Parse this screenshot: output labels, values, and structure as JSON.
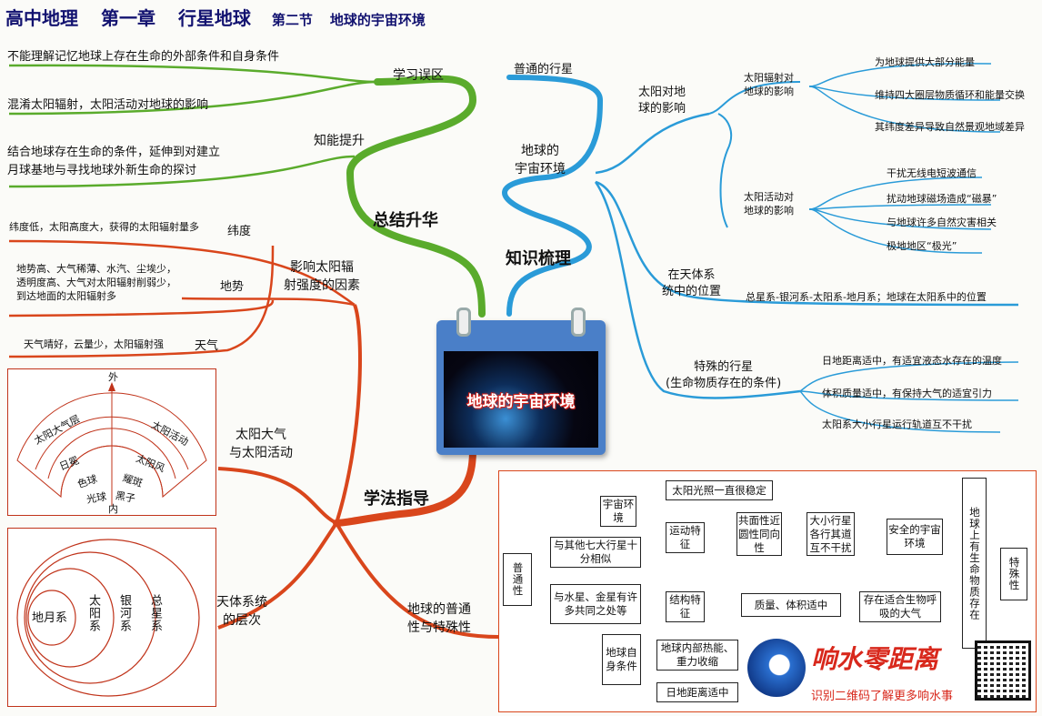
{
  "header": {
    "subject": "高中地理",
    "chapter": "第一章",
    "chapter_title": "行星地球",
    "section": "第二节",
    "section_title": "地球的宇宙环境"
  },
  "center": {
    "title": "地球的宇宙环境"
  },
  "branches": {
    "summary": "总结升华",
    "knowledge": "知识梳理",
    "method": "学法指导"
  },
  "summary": {
    "mistakes": {
      "label": "学习误区",
      "items": [
        "不能理解记忆地球上存在生命的外部条件和自身条件",
        "混淆太阳辐射，太阳活动对地球的影响"
      ]
    },
    "ability": {
      "label": "知能提升",
      "text_line1": "结合地球存在生命的条件，延伸到对建立",
      "text_line2": "月球基地与寻找地球外新生命的探讨"
    }
  },
  "knowledge": {
    "normal_planet": "普通的行星",
    "env": {
      "label_line1": "地球的",
      "label_line2": "宇宙环境"
    },
    "sun_influence": {
      "label_line1": "太阳对地",
      "label_line2": "球的影响"
    },
    "radiation": {
      "label_line1": "太阳辐射对",
      "label_line2": "地球的影响",
      "items": [
        "为地球提供大部分能量",
        "维持四大圈层物质循环和能量交换",
        "其纬度差异导致自然景观地域差异"
      ]
    },
    "activity": {
      "label_line1": "太阳活动对",
      "label_line2": "地球的影响",
      "items": [
        "干扰无线电短波通信",
        "扰动地球磁场造成“磁暴”",
        "与地球许多自然灾害相关",
        "极地地区“极光”"
      ]
    },
    "position": {
      "label_line1": "在天体系",
      "label_line2": "统中的位置",
      "text": "总星系-银河系-太阳系-地月系；地球在太阳系中的位置"
    },
    "special": {
      "label_line1": "特殊的行星",
      "label_line2": "(生命物质存在的条件)",
      "items": [
        "日地距离适中，有适宜液态水存在的温度",
        "体积质量适中，有保持大气的适宜引力",
        "太阳系大小行星运行轨道互不干扰"
      ]
    }
  },
  "method": {
    "factors": {
      "label_line1": "影响太阳辐",
      "label_line2": "射强度的因素",
      "latitude": {
        "label": "纬度",
        "text": "纬度低，太阳高度大，获得的太阳辐射量多"
      },
      "terrain": {
        "label": "地势",
        "text_line1": "地势高、大气稀薄、水汽、尘埃少，",
        "text_line2": "透明度高、大气对太阳辐射削弱少，",
        "text_line3": "到达地面的太阳辐射多"
      },
      "weather": {
        "label": "天气",
        "text": "天气晴好，云量少，太阳辐射强"
      }
    },
    "atmosphere": {
      "label_line1": "太阳大气",
      "label_line2": "与太阳活动",
      "outer": "外",
      "inner": "内",
      "layers_left": [
        "太阳大气层",
        "日冕",
        "色球",
        "光球"
      ],
      "layers_right": [
        "太阳活动",
        "太阳风",
        "耀斑",
        "黑子"
      ]
    },
    "levels": {
      "label_line1": "天体系统",
      "label_line2": "的层次",
      "rings": [
        "地月系",
        "太阳系",
        "银河系",
        "总星系"
      ]
    },
    "normal_special": {
      "label_line1": "地球的普通",
      "label_line2": "性与特殊性"
    }
  },
  "flow": {
    "ordinary": "普通性",
    "similar": "与其他七大行星十分相似",
    "common": "与水星、金星有许多共同之处等",
    "cosmic_env": "宇宙环境",
    "sun_stable": "太阳光照一直很稳定",
    "motion": "运动特征",
    "motion_props": "共面性近圆性同向性",
    "orbits": "大小行星各行其道互不干扰",
    "safe_env": "安全的宇宙环境",
    "structure": "结构特征",
    "mass_volume": "质量、体积适中",
    "atmosphere": "存在适合生物呼吸的大气",
    "earth_self": "地球自身条件",
    "internal_heat": "地球内部热能、重力收缩",
    "distance": "日地距离适中",
    "life": "地球上有生命物质存在",
    "special": "特殊性"
  },
  "watermark": {
    "brand": "响水零距离",
    "slogan": "识别二维码了解更多响水事"
  },
  "colors": {
    "green": "#5aab2c",
    "blue": "#2a9bd8",
    "orange": "#d9461c",
    "title": "#121270"
  }
}
